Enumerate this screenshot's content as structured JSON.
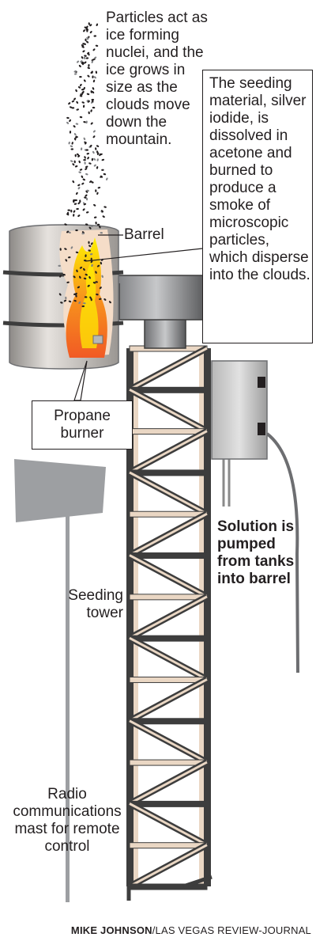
{
  "labels": {
    "particles": "Particles act as ice forming nuclei, and the ice grows in size as the clouds move down the mountain.",
    "seeding_material": "The seeding material, silver iodide, is dissolved in acetone and burned to produce a smoke of microscopic particles, which disperse into the clouds.",
    "barrel": "Barrel",
    "propane_burner": "Propane burner",
    "solution": "Solution is pumped from tanks into barrel",
    "seeding_tower": "Seeding tower",
    "radio_mast": "Radio communications mast for remote control"
  },
  "credit": {
    "author": "MIKE JOHNSON",
    "organization": "/LAS VEGAS REVIEW-JOURNAL"
  },
  "colors": {
    "barrel": "#c9c4c0",
    "flame_outer": "#f7941d",
    "flame_inner": "#fff200",
    "tower_dark": "#3d3d3d",
    "tower_light": "#ead7c4",
    "mast": "#9d9fa2"
  }
}
